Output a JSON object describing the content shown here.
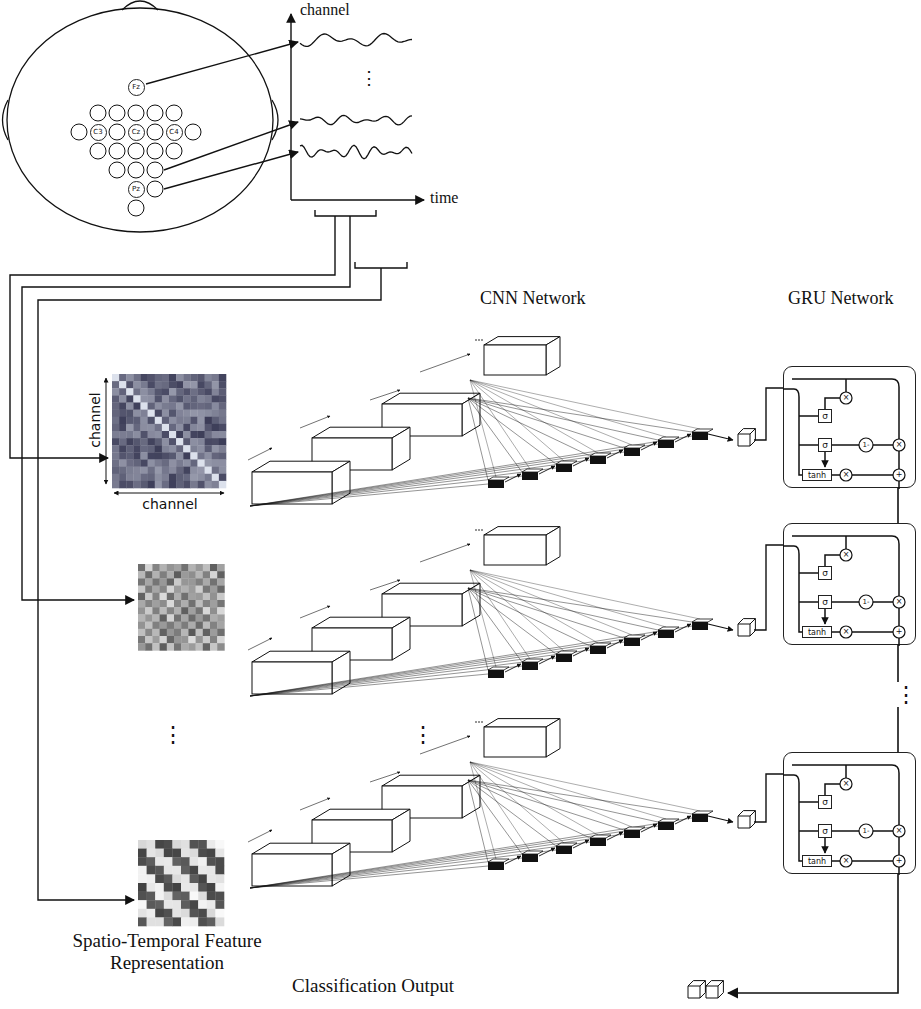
{
  "diagram": {
    "nodes": [
      {
        "text": [
          "Fz"
        ]
      },
      {
        "text": [
          "C3"
        ]
      },
      {
        "text": [
          "Cz"
        ]
      },
      {
        "text": [
          "C4"
        ]
      },
      {
        "text": [
          "Pz"
        ]
      },
      {
        "text": [
          "×",
          "1-",
          "×",
          "×",
          "+"
        ]
      },
      {
        "text": [
          "σ"
        ],
        "in": 5
      },
      {
        "text": [
          "σ"
        ],
        "in": 5
      },
      {
        "text": [
          "tanh"
        ],
        "in": 5
      },
      {
        "text": [
          "×",
          "1-",
          "×",
          "×",
          "+"
        ]
      },
      {
        "text": [
          "σ"
        ],
        "in": 9
      },
      {
        "text": [
          "σ"
        ],
        "in": 9
      },
      {
        "text": [
          "tanh"
        ],
        "in": 9
      },
      {
        "text": [
          "×",
          "1-",
          "×",
          "×",
          "+"
        ]
      },
      {
        "text": [
          "σ"
        ],
        "in": 13
      },
      {
        "text": [
          "σ"
        ],
        "in": 13
      },
      {
        "text": [
          "tanh"
        ],
        "in": 13
      }
    ],
    "edges": [
      {
        "from": 5,
        "to": 9,
        "arrow": "none"
      },
      {
        "from": 9,
        "to": 13,
        "arrow": "none"
      }
    ],
    "labels": [
      "channel",
      "time",
      "⋮",
      "CNN Network",
      "GRU Network",
      "channel",
      "channel",
      "⋮",
      "⋮",
      "⋮",
      "Spatio-Temporal Feature Representation",
      "Classification Output"
    ]
  }
}
